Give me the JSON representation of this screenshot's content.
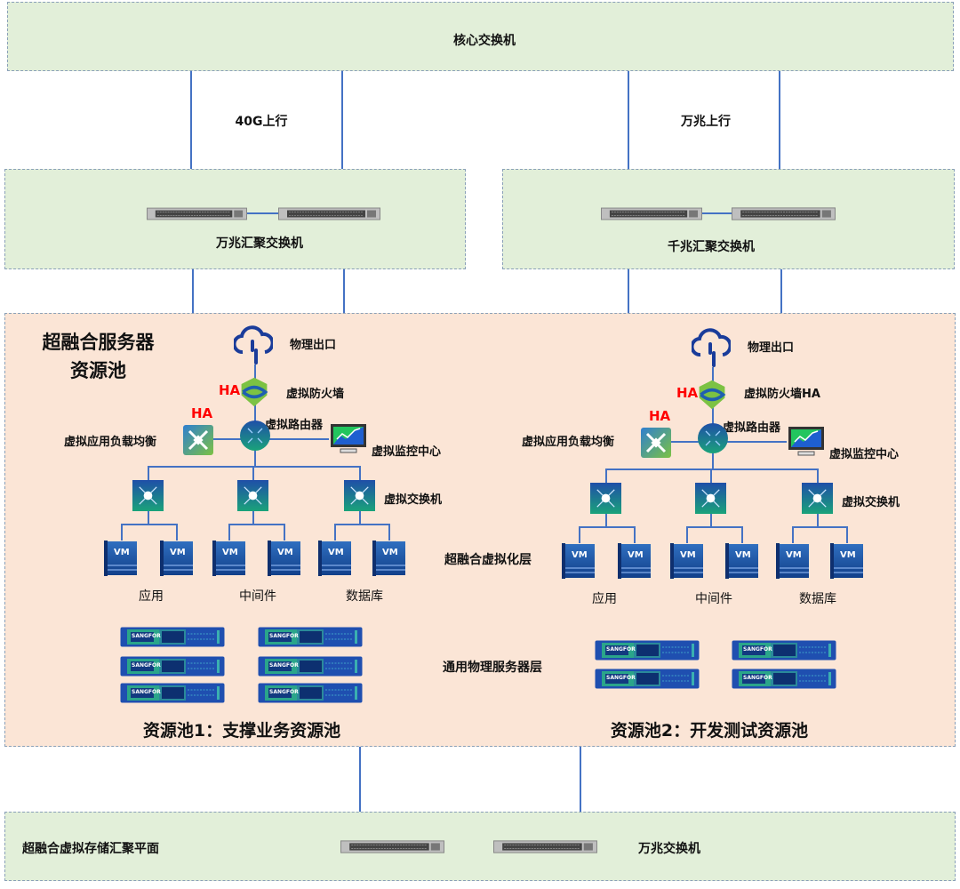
{
  "core": {
    "label": "核心交换机"
  },
  "uplinks": {
    "left": "40G上行",
    "right": "万兆上行"
  },
  "aggregation": {
    "left": "万兆汇聚交换机",
    "right": "千兆汇聚交换机"
  },
  "pool_area": {
    "title_line1": "超融合服务器",
    "title_line2": "资源池"
  },
  "layers": {
    "virtualization": "超融合虚拟化层",
    "physical": "通用物理服务器层"
  },
  "pools": [
    {
      "name": "资源池1：支撑业务资源池",
      "exit": "物理出口",
      "firewall": "虚拟防火墙",
      "ha": "HA",
      "router": "虚拟路由器",
      "lb": "虚拟应用负载均衡",
      "monitor": "虚拟监控中心",
      "vswitch": "虚拟交换机",
      "vm": "VM",
      "groups": [
        "应用",
        "中间件",
        "数据库"
      ],
      "server_brand": "SANGFOR"
    },
    {
      "name": "资源池2：开发测试资源池",
      "exit": "物理出口",
      "firewall": "虚拟防火墙HA",
      "ha": "HA",
      "router": "虚拟路由器",
      "lb": "虚拟应用负载均衡",
      "monitor": "虚拟监控中心",
      "vswitch": "虚拟交换机",
      "vm": "VM",
      "groups": [
        "应用",
        "中间件",
        "数据库"
      ],
      "server_brand": "SANGFOR"
    }
  ],
  "storage": {
    "label": "超融合虚拟存储汇聚平面",
    "switch_label": "万兆交换机"
  },
  "colors": {
    "link": "#4472c4",
    "network_bg": "#e2efd9",
    "pool_bg": "#fbe5d6",
    "ha": "#ff0000"
  }
}
